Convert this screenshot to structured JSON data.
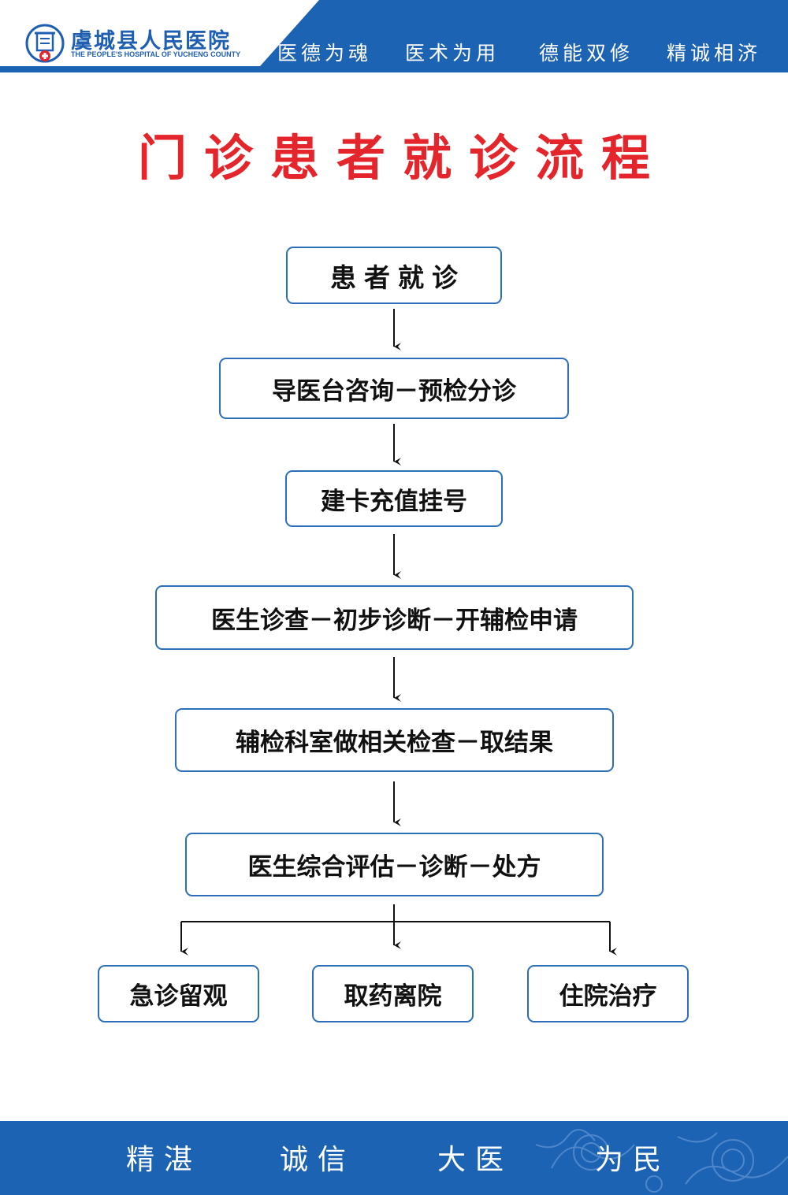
{
  "header": {
    "hospital_name": "虞城县人民医院",
    "hospital_name_en": "THE PEOPLE'S HOSPITAL OF YUCHENG COUNTY",
    "mottos": [
      "医德为魂",
      "医术为用",
      "德能双修",
      "精诚相济"
    ],
    "band_color": "#1d63b3"
  },
  "title": "门诊患者就诊流程",
  "flow": {
    "steps": [
      "患者就诊",
      "导医台咨询－预检分诊",
      "建卡充值挂号",
      "医生诊查－初步诊断－开辅检申请",
      "辅检科室做相关检查－取结果",
      "医生综合评估－诊断－处方"
    ],
    "outcomes": [
      "急诊留观",
      "取药离院",
      "住院治疗"
    ],
    "box_border_color": "#2c6fb8",
    "title_color": "#e4252b"
  },
  "footer": {
    "slogans": [
      "精湛",
      "诚信",
      "大医",
      "为民"
    ]
  }
}
